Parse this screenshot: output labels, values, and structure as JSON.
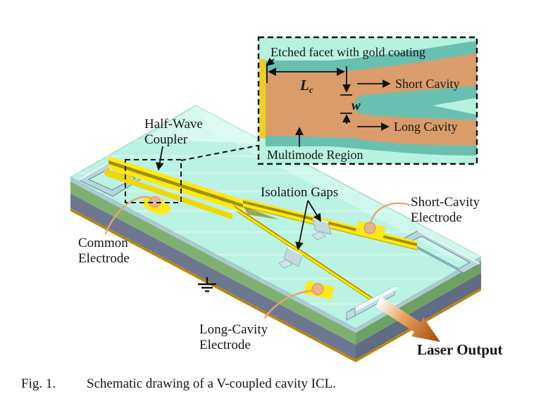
{
  "figure": {
    "kind": "paper-figure-schematic",
    "caption": {
      "tag": "Fig. 1.",
      "text": "Schematic drawing of a V-coupled cavity ICL."
    }
  },
  "inset": {
    "facet_label": "Etched facet with gold coating",
    "lc_main": "L",
    "lc_sub": "c",
    "w_label": "w",
    "short_cavity": "Short Cavity",
    "long_cavity": "Long Cavity",
    "multimode": "Multimode Region"
  },
  "chip_labels": {
    "half_wave_1": "Half-Wave",
    "half_wave_2": "Coupler",
    "isolation": "Isolation Gaps",
    "short_1": "Short-Cavity",
    "short_2": "Electrode",
    "common_1": "Common",
    "common_2": "Electrode",
    "long_1": "Long-Cavity",
    "long_2": "Electrode",
    "laser_output": "Laser Output"
  },
  "icons": {
    "ground": "ground-symbol",
    "laser_arrow": "laser-output-arrow",
    "dimension_arrows": "double-headed-dimension-arrows"
  },
  "colors": {
    "inset_background": "#b7f2de",
    "cladding_teal": "#69c0b1",
    "core_tan": "#d99c6a",
    "gold_facet": "#f0ce1f",
    "chip_top": "#baf2e4",
    "chip_sheen": "#e2fcf4",
    "layer_pale": "#adc9d4",
    "layer_green": "#7fb072",
    "layer_green_dark": "#6fa064",
    "layer_slate": "#6d7890",
    "layer_slate_dark": "#606b84",
    "layer_gold": "#b8860b",
    "waveguide_yellow": "#ffe81a",
    "waveguide_olive": "#a29200",
    "frame_wall": "#b6d6da",
    "gap_block": "#c3dae0",
    "pad_peach": "#e9b38b",
    "leader_orange": "#e9a472",
    "laser_text_red": "#c21616",
    "ink": "#111111"
  }
}
